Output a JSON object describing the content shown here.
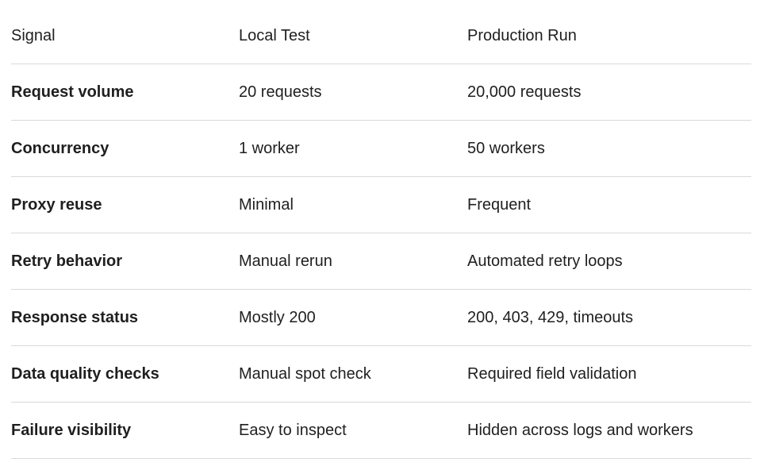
{
  "table": {
    "headers": [
      "Signal",
      "Local Test",
      "Production Run"
    ],
    "rows": [
      {
        "signal": "Request volume",
        "local": "20 requests",
        "production": "20,000 requests"
      },
      {
        "signal": "Concurrency",
        "local": "1 worker",
        "production": "50 workers"
      },
      {
        "signal": "Proxy reuse",
        "local": "Minimal",
        "production": "Frequent"
      },
      {
        "signal": "Retry behavior",
        "local": "Manual rerun",
        "production": "Automated retry loops"
      },
      {
        "signal": "Response status",
        "local": "Mostly 200",
        "production": "200, 403, 429, timeouts"
      },
      {
        "signal": "Data quality checks",
        "local": "Manual spot check",
        "production": "Required field validation"
      },
      {
        "signal": "Failure visibility",
        "local": "Easy to inspect",
        "production": "Hidden across logs and workers"
      }
    ]
  }
}
